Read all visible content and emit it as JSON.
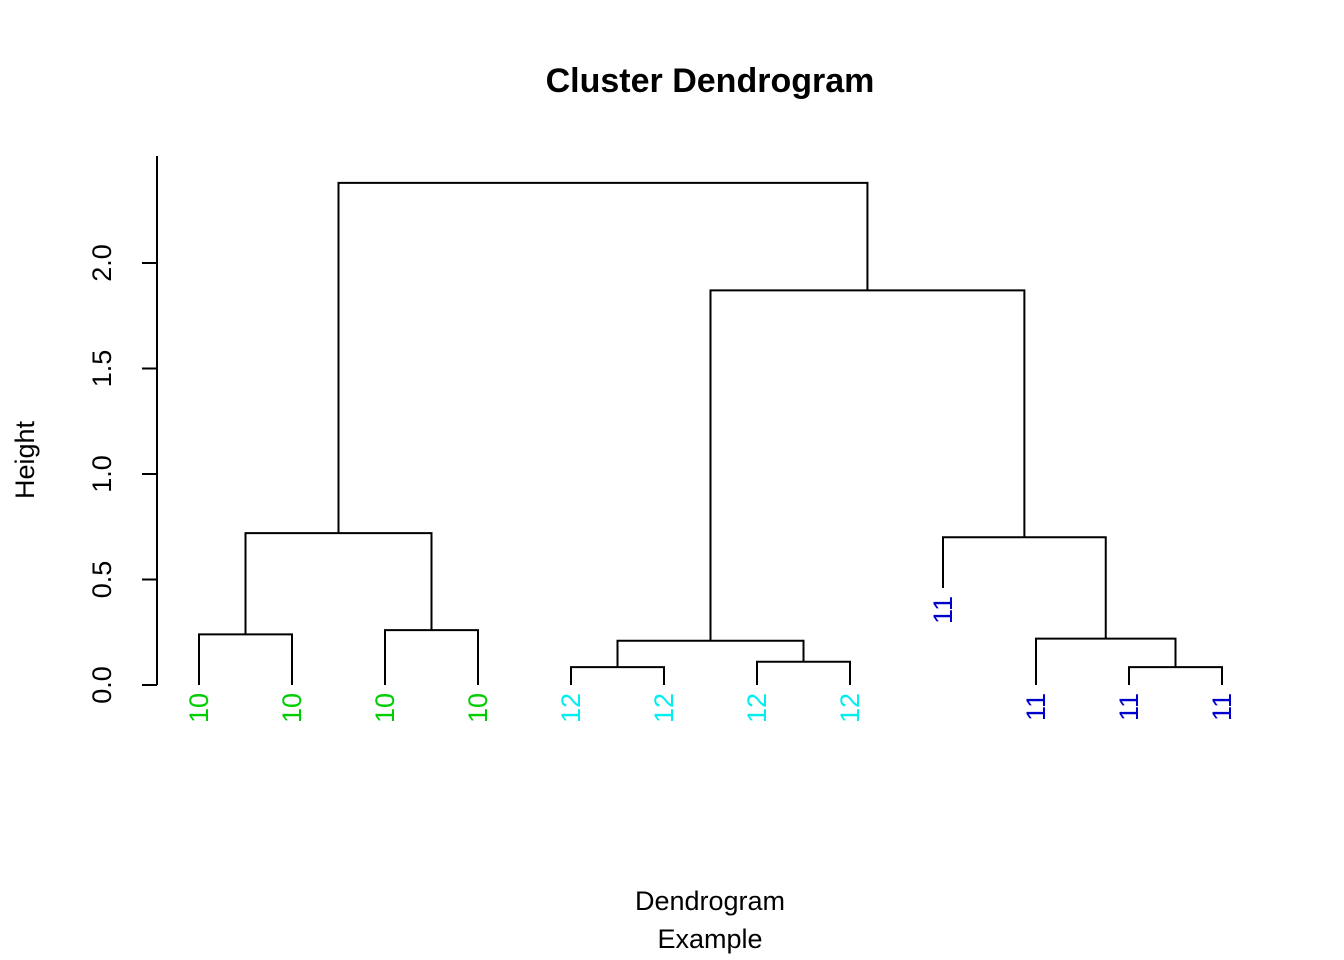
{
  "chart_data": {
    "type": "dendrogram",
    "title": "Cluster Dendrogram",
    "xlabel_lines": [
      "Dendrogram",
      "Example"
    ],
    "ylabel": "Height",
    "ylim": [
      0,
      2.4
    ],
    "yticks": [
      {
        "value": 0.0,
        "label": "0.0"
      },
      {
        "value": 0.5,
        "label": "0.5"
      },
      {
        "value": 1.0,
        "label": "1.0"
      },
      {
        "value": 1.5,
        "label": "1.5"
      },
      {
        "value": 2.0,
        "label": "2.0"
      }
    ],
    "colors": {
      "10": "#00cd00",
      "11": "#0000cd",
      "12": "#00eeee"
    },
    "leaves": [
      {
        "label": "10",
        "group": "10",
        "height": 0.0
      },
      {
        "label": "10",
        "group": "10",
        "height": 0.0
      },
      {
        "label": "10",
        "group": "10",
        "height": 0.0
      },
      {
        "label": "10",
        "group": "10",
        "height": 0.0
      },
      {
        "label": "12",
        "group": "12",
        "height": 0.0
      },
      {
        "label": "12",
        "group": "12",
        "height": 0.0
      },
      {
        "label": "12",
        "group": "12",
        "height": 0.0
      },
      {
        "label": "12",
        "group": "12",
        "height": 0.0
      },
      {
        "label": "11",
        "group": "11",
        "height": 0.46
      },
      {
        "label": "11",
        "group": "11",
        "height": 0.0
      },
      {
        "label": "11",
        "group": "11",
        "height": 0.0
      },
      {
        "label": "11",
        "group": "11",
        "height": 0.0
      }
    ],
    "merges": [
      {
        "id": "m1",
        "left": "L0",
        "right": "L1",
        "height": 0.24
      },
      {
        "id": "m2",
        "left": "L2",
        "right": "L3",
        "height": 0.26
      },
      {
        "id": "m3",
        "left": "m1",
        "right": "m2",
        "height": 0.72
      },
      {
        "id": "m4",
        "left": "L4",
        "right": "L5",
        "height": 0.085
      },
      {
        "id": "m5",
        "left": "L6",
        "right": "L7",
        "height": 0.11
      },
      {
        "id": "m6",
        "left": "m4",
        "right": "m5",
        "height": 0.21
      },
      {
        "id": "m7",
        "left": "L10",
        "right": "L11",
        "height": 0.085
      },
      {
        "id": "m8",
        "left": "L9",
        "right": "m7",
        "height": 0.22
      },
      {
        "id": "m9",
        "left": "L8",
        "right": "m8",
        "height": 0.7
      },
      {
        "id": "m10",
        "left": "m6",
        "right": "m9",
        "height": 1.87
      },
      {
        "id": "m11",
        "left": "m3",
        "right": "m10",
        "height": 2.38
      }
    ]
  }
}
